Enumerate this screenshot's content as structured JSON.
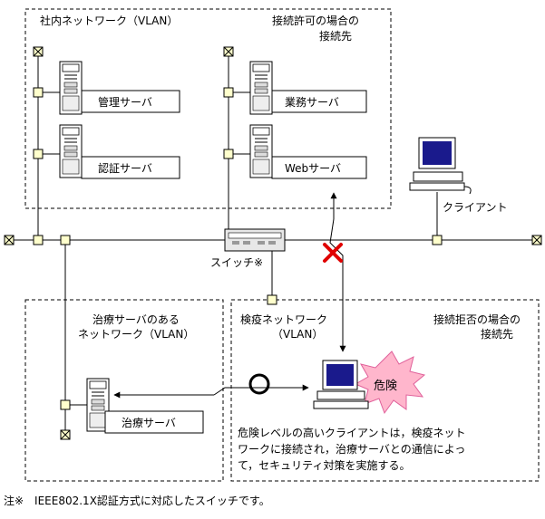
{
  "zones": {
    "lan_label": "社内ネットワーク（VLAN）",
    "allowed_dest": [
      "接続許可の場合の",
      "接続先"
    ],
    "denied_dest": [
      "接続拒否の場合の",
      "接続先"
    ],
    "treatment_network": [
      "治療サーバのある",
      "ネットワーク（VLAN）"
    ],
    "quarantine_network": [
      "検疫ネットワーク",
      "（VLAN）"
    ]
  },
  "servers": {
    "management": "管理サーバ",
    "auth": "認証サーバ",
    "business": "業務サーバ",
    "web": "Webサーバ",
    "treatment": "治療サーバ"
  },
  "devices": {
    "client": "クライアント",
    "switch": "スイッチ※",
    "danger": "危険"
  },
  "description": [
    "危険レベルの高いクライアントは，検疫ネット",
    "ワークに接続され，治療サーバとの通信によっ",
    "て，セキュリティ対策を実施する。"
  ],
  "note": "注※　IEEE802.1X認証方式に対応したスイッチです。"
}
